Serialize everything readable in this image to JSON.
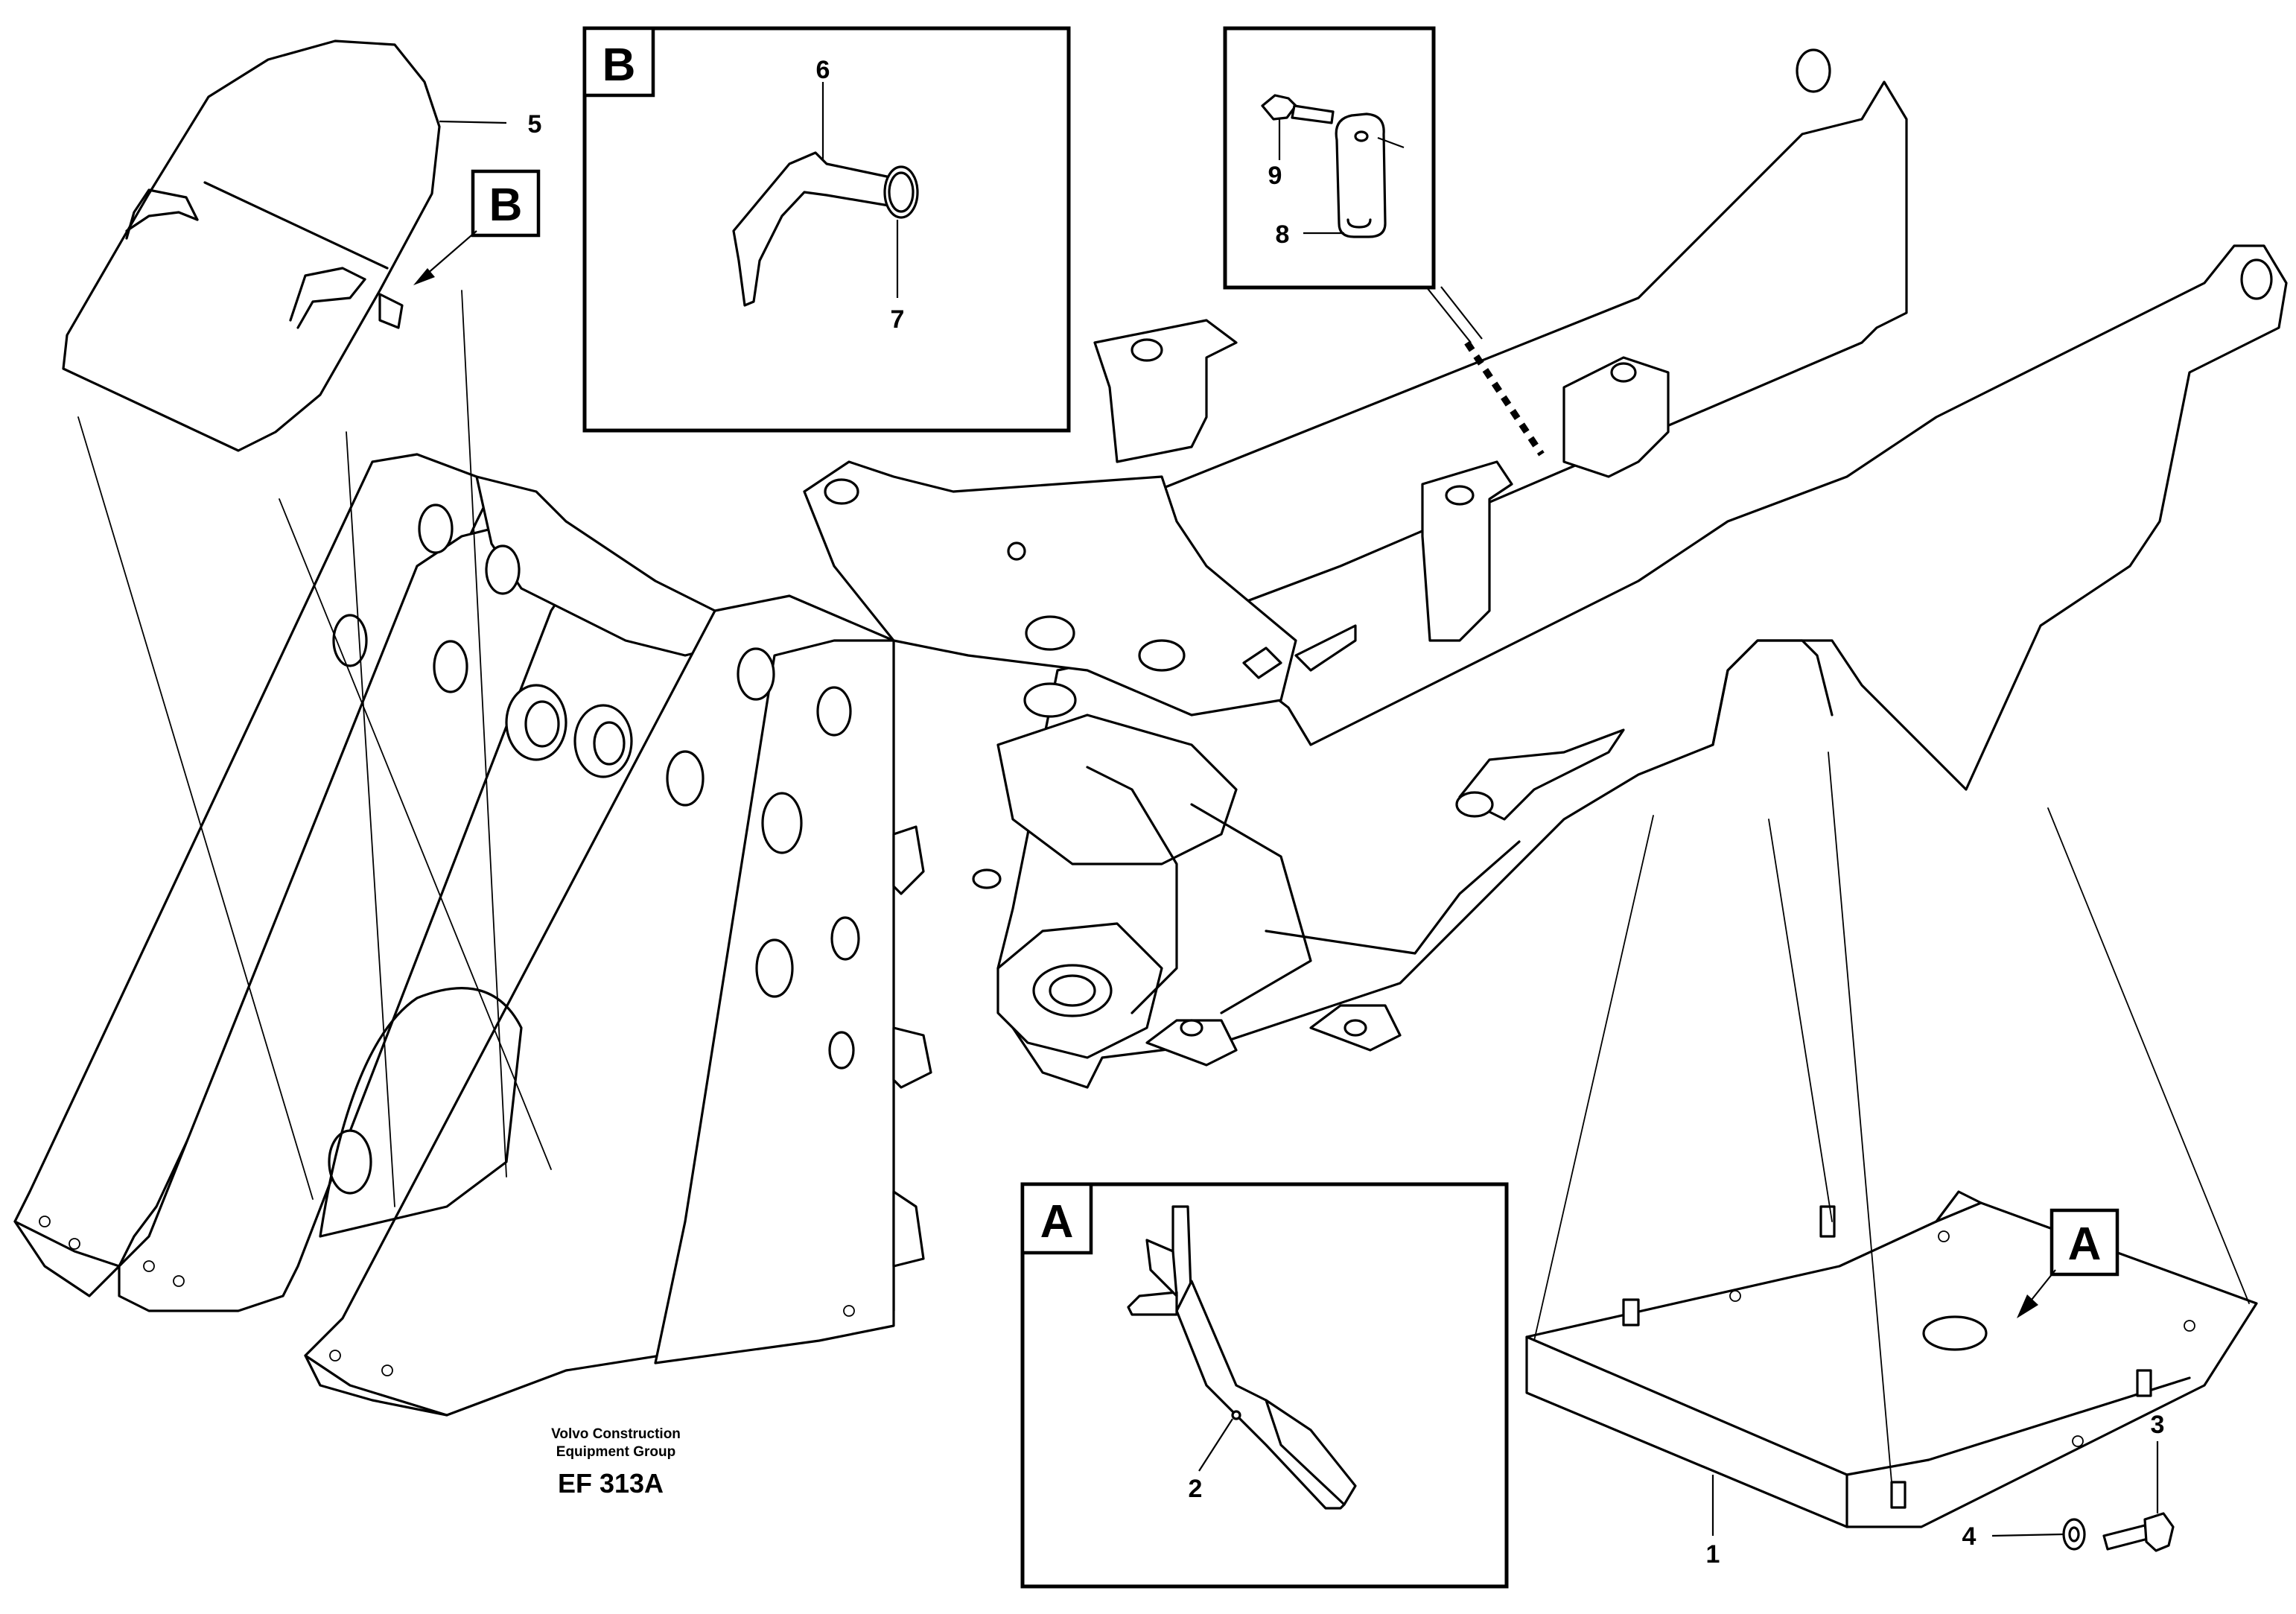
{
  "diagram": {
    "part_numbers": {
      "p1": "1",
      "p2": "2",
      "p3": "3",
      "p4": "4",
      "p5": "5",
      "p6": "6",
      "p7": "7",
      "p8": "8",
      "p9": "9"
    },
    "detail_tags": {
      "a_callout": "A",
      "a_inset": "A",
      "b_callout": "B",
      "b_inset": "B"
    },
    "credit": {
      "line1": "Volvo Construction",
      "line2": "Equipment Group"
    },
    "figure_code": "EF 313A"
  }
}
